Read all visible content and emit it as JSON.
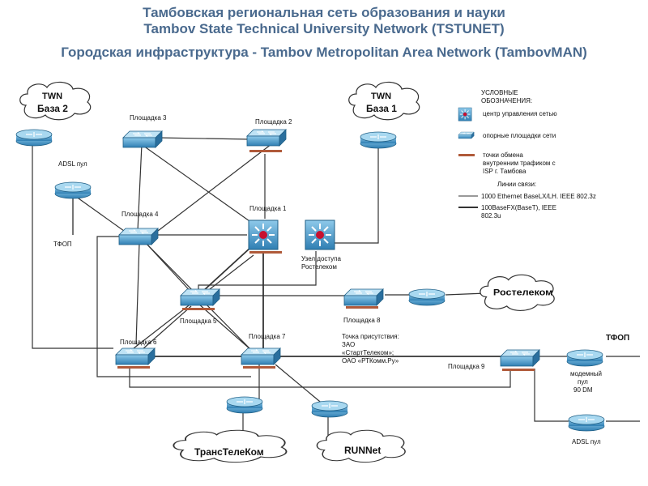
{
  "header": {
    "line1": "Тамбовская региональная сеть образования и науки",
    "line2": "Tambov State Technical University Network (TSTUNET)",
    "line3": "Городская инфраструктура - Tambov Metropolitan Area Network (TambovMAN)"
  },
  "clouds": {
    "twn2_top": "TWN",
    "twn2_bottom": "База 2",
    "twn1_top": "TWN",
    "twn1_bottom": "База 1",
    "rostelecom": "Ростелеком",
    "transtelecom": "ТрансТелеКом",
    "runnet": "RUNNet"
  },
  "sites": {
    "p1": "Площадка 1",
    "p2": "Площадка 2",
    "p3": "Площадка 3",
    "p4": "Площадка 4",
    "p5": "Площадка 5",
    "p6": "Площадка 6",
    "p7": "Площадка 7",
    "p8": "Площадка 8",
    "p9": "Площадка 9"
  },
  "labels": {
    "adsl_pool_left": "ADSL пул",
    "tfop_left": "ТФОП",
    "access_node_1": "Узел доступа",
    "access_node_2": "Ростелеком",
    "presence_1": "Точка присутствия:",
    "presence_2": "ЗАО",
    "presence_3": "«СтартТелеком»;",
    "presence_4": "ОАО «РТКомм.Ру»",
    "tfop_right": "ТФОП",
    "modem_pool_1": "модемный",
    "modem_pool_2": "пул",
    "modem_pool_3": "90 DM",
    "adsl_pool_right": "ADSL пул"
  },
  "legend": {
    "title_1": "УСЛОВНЫЕ",
    "title_2": "ОБОЗНАЧЕНИЯ:",
    "nms": "центр управления сетью",
    "core": "опорные площадки сети",
    "ix_1": "точки обмена",
    "ix_2": "внутренним трафиком с",
    "ix_3": "ISP г. Тамбова",
    "links_title": "Линии связи:",
    "gig": "1000 Ethernet BaseLX/LH. IEEE 802.3z",
    "fx_1": "100BaseFX(BaseT), IEEE",
    "fx_2": "802.3u"
  },
  "colors": {
    "title": "#4a6a8e",
    "device": "#3a8fc0",
    "ix_bar": "#b05a3a"
  }
}
